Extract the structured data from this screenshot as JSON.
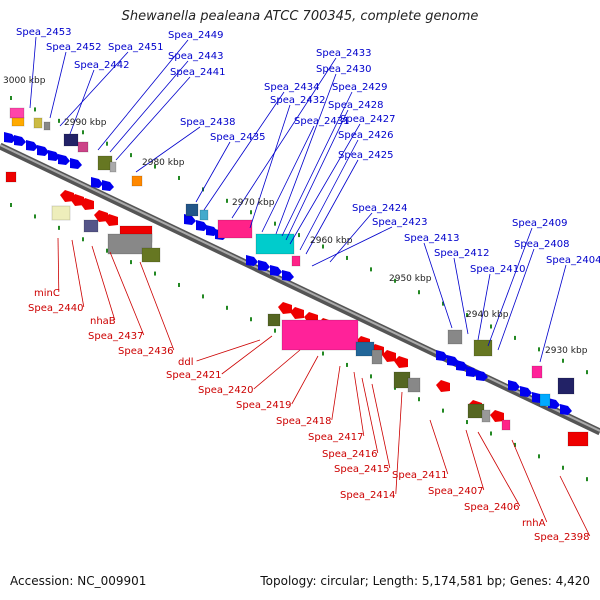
{
  "title": "Shewanella pealeana ATCC 700345, complete genome",
  "accession": "Accession: NC_009901",
  "summary": "Topology: circular; Length: 5,174,581 bp; Genes: 4,420",
  "colors": {
    "background": "#ffffff",
    "backbone": "#777777",
    "forward_arrow": "#0000ee",
    "reverse_arrow": "#ee0000",
    "forward_label": "#0000cc",
    "reverse_label": "#cc0000",
    "tick": "#228822"
  },
  "scale_labels": [
    "3000 kbp",
    "2990 kbp",
    "2980 kbp",
    "2970 kbp",
    "2960 kbp",
    "2950 kbp",
    "2940 kbp",
    "2930 kbp"
  ],
  "forward_labels": [
    "Spea_2453",
    "Spea_2452",
    "Spea_2451",
    "Spea_2449",
    "Spea_2443",
    "Spea_2442",
    "Spea_2441",
    "Spea_2438",
    "Spea_2435",
    "Spea_2434",
    "Spea_2433",
    "Spea_2432",
    "Spea_2431",
    "Spea_2430",
    "Spea_2429",
    "Spea_2428",
    "Spea_2427",
    "Spea_2426",
    "Spea_2425",
    "Spea_2424",
    "Spea_2423",
    "Spea_2413",
    "Spea_2412",
    "Spea_2410",
    "Spea_2409",
    "Spea_2408",
    "Spea_2404"
  ],
  "reverse_labels": [
    "minC",
    "Spea_2440",
    "nhaB",
    "Spea_2437",
    "Spea_2436",
    "ddl",
    "Spea_2421",
    "Spea_2420",
    "Spea_2419",
    "Spea_2418",
    "Spea_2417",
    "Spea_2416",
    "Spea_2415",
    "Spea_2414",
    "Spea_2411",
    "Spea_2407",
    "Spea_2406",
    "rnhA",
    "Spea_2398"
  ]
}
